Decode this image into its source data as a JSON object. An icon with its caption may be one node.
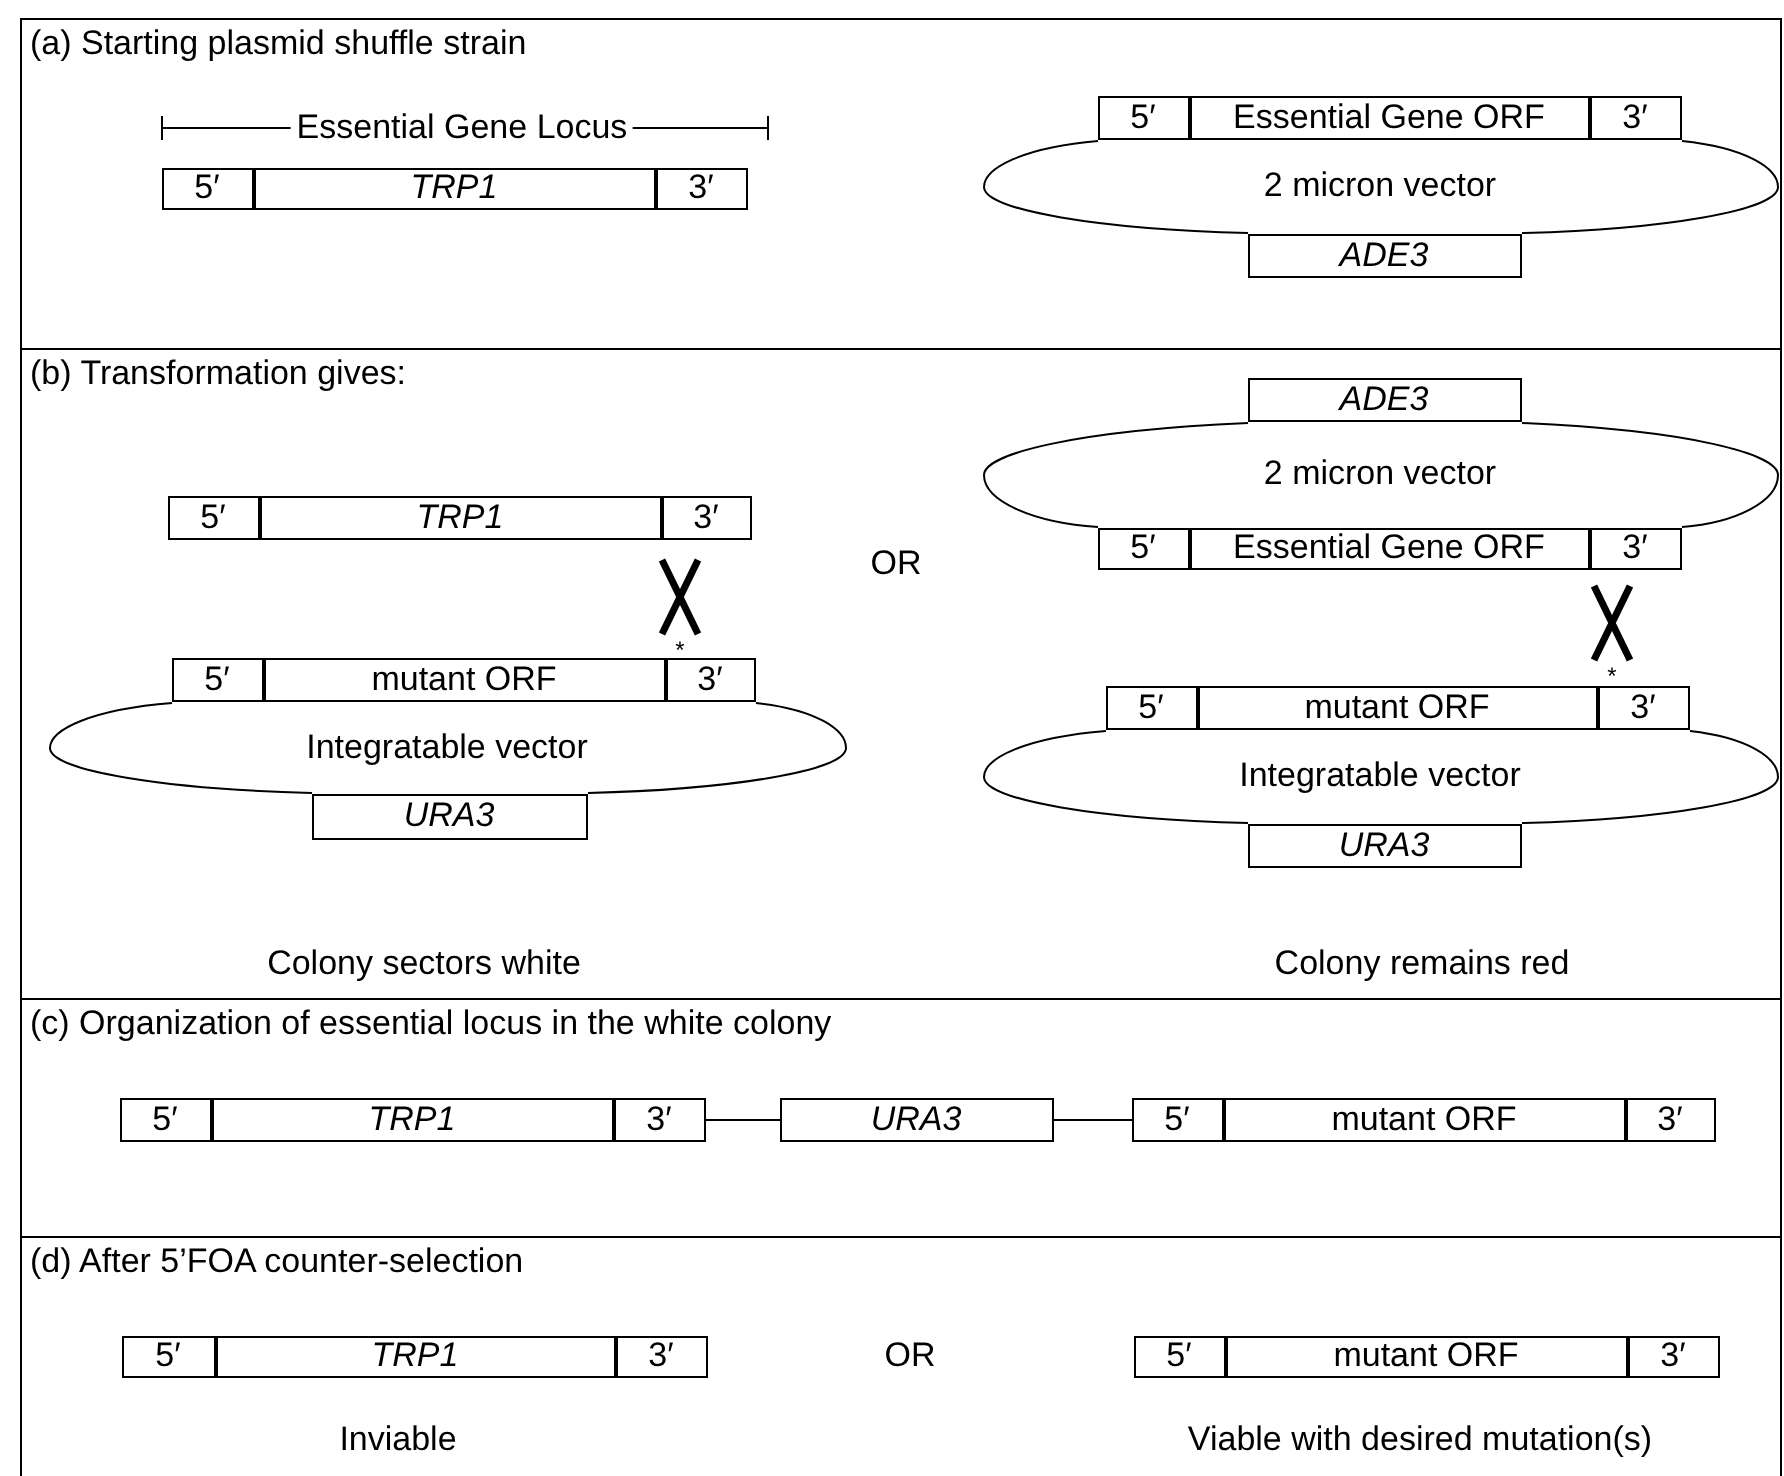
{
  "diagram": {
    "nodes": [
      {
        "text": [
          "(a) Starting plasmid shuffle strain"
        ]
      },
      {
        "text": [
          "5′"
        ],
        "in": 0
      },
      {
        "text": [
          "TRP1"
        ],
        "in": 0
      },
      {
        "text": [
          "3′"
        ],
        "in": 0
      },
      {
        "text": [
          "5′"
        ],
        "in": 0
      },
      {
        "text": [
          "Essential Gene ORF"
        ],
        "in": 0
      },
      {
        "text": [
          "3′"
        ],
        "in": 0
      },
      {
        "text": [
          "2 micron vector"
        ],
        "in": 0
      },
      {
        "text": [
          "ADE3"
        ],
        "in": 0
      },
      {
        "text": [
          "(b) Transformation gives:"
        ]
      },
      {
        "text": [
          "5′"
        ],
        "in": 9
      },
      {
        "text": [
          "TRP1"
        ],
        "in": 9
      },
      {
        "text": [
          "3′"
        ],
        "in": 9
      },
      {
        "text": [
          "5′"
        ],
        "in": 9
      },
      {
        "text": [
          "mutant ORF"
        ],
        "in": 9
      },
      {
        "text": [
          "3′"
        ],
        "in": 9
      },
      {
        "text": [
          "Integratable vector"
        ],
        "in": 9
      },
      {
        "text": [
          "URA3"
        ],
        "in": 9
      },
      {
        "text": [
          "ADE3"
        ],
        "in": 9
      },
      {
        "text": [
          "2 micron vector"
        ],
        "in": 9
      },
      {
        "text": [
          "5′"
        ],
        "in": 9
      },
      {
        "text": [
          "Essential Gene ORF"
        ],
        "in": 9
      },
      {
        "text": [
          "3′"
        ],
        "in": 9
      },
      {
        "text": [
          "5′"
        ],
        "in": 9
      },
      {
        "text": [
          "mutant ORF"
        ],
        "in": 9
      },
      {
        "text": [
          "3′"
        ],
        "in": 9
      },
      {
        "text": [
          "Integratable vector"
        ],
        "in": 9
      },
      {
        "text": [
          "URA3"
        ],
        "in": 9
      },
      {
        "text": [
          "(c) Organization of essential locus in the white colony"
        ]
      },
      {
        "text": [
          "5′"
        ],
        "in": 28
      },
      {
        "text": [
          "TRP1"
        ],
        "in": 28
      },
      {
        "text": [
          "3′"
        ],
        "in": 28
      },
      {
        "text": [
          "URA3"
        ],
        "in": 28
      },
      {
        "text": [
          "5′"
        ],
        "in": 28
      },
      {
        "text": [
          "mutant ORF"
        ],
        "in": 28
      },
      {
        "text": [
          "3′"
        ],
        "in": 28
      },
      {
        "text": [
          "(d) After 5’FOA counter-selection"
        ]
      },
      {
        "text": [
          "5′"
        ],
        "in": 36
      },
      {
        "text": [
          "TRP1"
        ],
        "in": 36
      },
      {
        "text": [
          "3′"
        ],
        "in": 36
      },
      {
        "text": [
          "5′"
        ],
        "in": 36
      },
      {
        "text": [
          "mutant ORF"
        ],
        "in": 36
      },
      {
        "text": [
          "3′"
        ],
        "in": 36
      }
    ],
    "edges": [
      {
        "from": 31,
        "to": 32,
        "arrow": "none"
      },
      {
        "from": 32,
        "to": 33,
        "arrow": "none"
      }
    ],
    "labels": [
      "Essential Gene Locus",
      "OR",
      "*",
      "*",
      "Colony sectors white",
      "Colony remains red",
      "OR",
      "Inviable",
      "Viable with desired mutation(s)"
    ]
  }
}
